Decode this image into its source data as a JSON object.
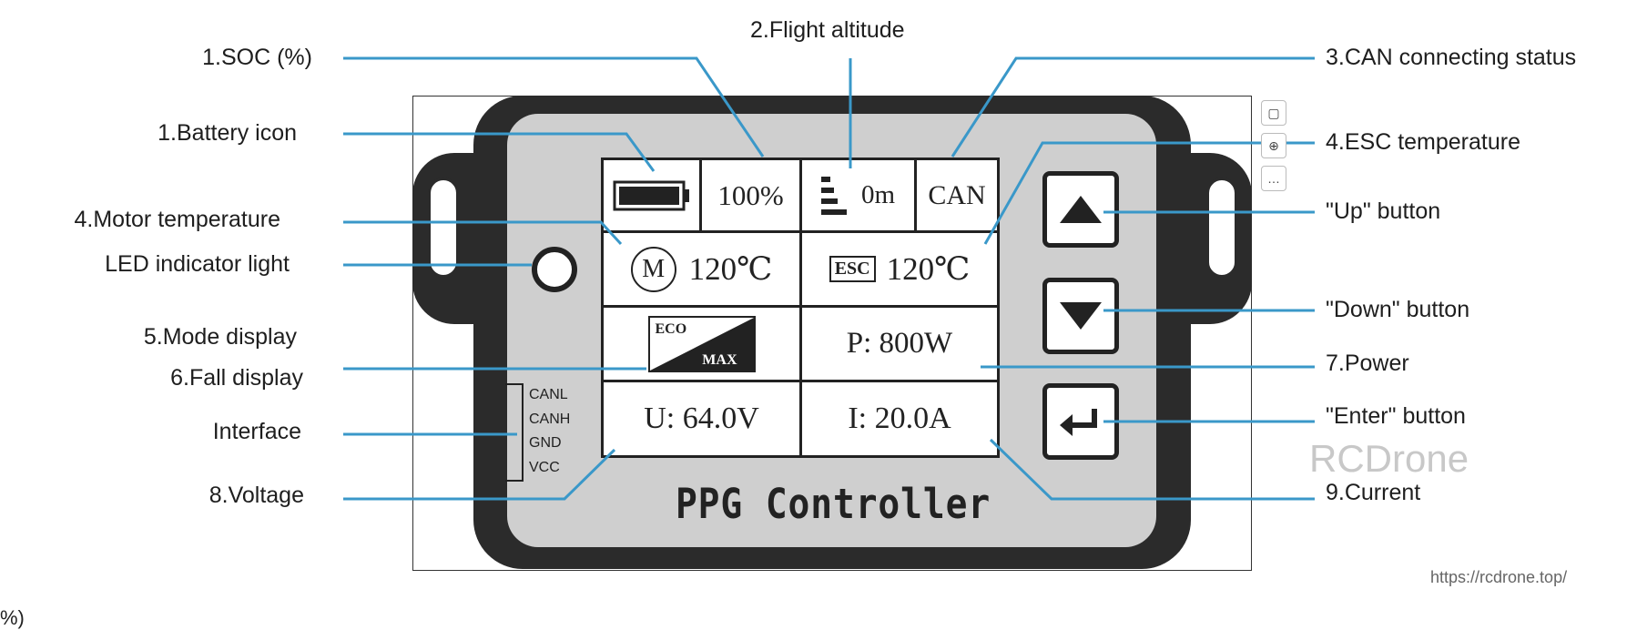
{
  "labels": {
    "soc": "1.SOC (%)",
    "battery_icon": "1.Battery icon",
    "motor_temp": "4.Motor temperature",
    "led": "LED indicator light",
    "mode": "5.Mode display",
    "fall": "6.Fall display",
    "interface": "Interface",
    "voltage": "8.Voltage",
    "altitude": "2.Flight altitude",
    "can_status": "3.CAN connecting status",
    "esc_temp": "4.ESC temperature",
    "up": "\"Up\" button",
    "down": "\"Down\" button",
    "power": "7.Power",
    "enter": "\"Enter\" button",
    "current": "9.Current"
  },
  "screen": {
    "soc_value": "100%",
    "altitude_value": "0m",
    "can_text": "CAN",
    "motor_symbol": "M",
    "motor_temp_value": "120℃",
    "esc_symbol": "ESC",
    "esc_temp_value": "120℃",
    "mode_eco": "ECO",
    "mode_max": "MAX",
    "power_value": "P: 800W",
    "voltage_value": "U: 64.0V",
    "current_value": "I: 20.0A"
  },
  "interface_pins": [
    "CANL",
    "CANH",
    "GND",
    "VCC"
  ],
  "device_title": "PPG Controller",
  "watermark": "RCDrone",
  "url": "https://rcdrone.top/",
  "corner_fragment": "%)",
  "colors": {
    "leader_line": "#3a98c9",
    "device_body": "#2b2b2b",
    "panel": "#cfcfcf"
  }
}
